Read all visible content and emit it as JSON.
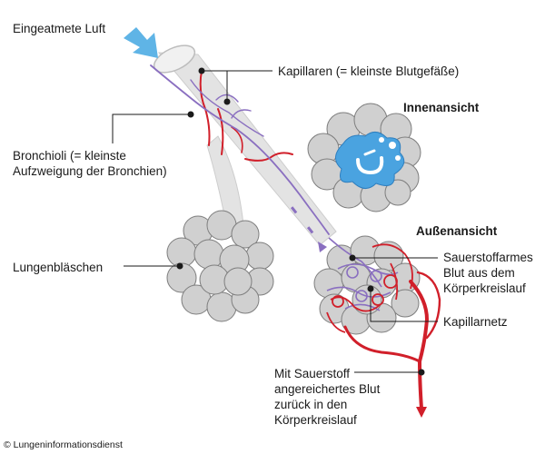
{
  "labels": {
    "inhaled_air": "Eingeatmete Luft",
    "capillaries": "Kapillaren (= kleinste Blutgefäße)",
    "inner_view": "Innenansicht",
    "bronchioles_line1": "Bronchioli (= kleinste",
    "bronchioles_line2": "Aufzweigung der Bronchien)",
    "outer_view": "Außenansicht",
    "deoxygenated_line1": "Sauerstoffarmes",
    "deoxygenated_line2": "Blut aus dem",
    "deoxygenated_line3": "Körperkreislauf",
    "alveoli": "Lungenbläschen",
    "capillary_network": "Kapillarnetz",
    "oxygenated_line1": "Mit Sauerstoff",
    "oxygenated_line2": "angereichertes Blut",
    "oxygenated_line3": "zurück in den",
    "oxygenated_line4": "Körperkreislauf",
    "copyright": "© Lungeninformationsdienst"
  },
  "colors": {
    "airway": "#e4e4e4",
    "airway_edge": "#c9c9c9",
    "alveolus": "#cfcfcf",
    "alveolus_edge": "#7d7d7d",
    "artery": "#d11f2a",
    "vein": "#8a6fc0",
    "arrow": "#5fb4e6",
    "inner_blue": "#4aa3e0",
    "callout_line": "#1a1a1a"
  }
}
